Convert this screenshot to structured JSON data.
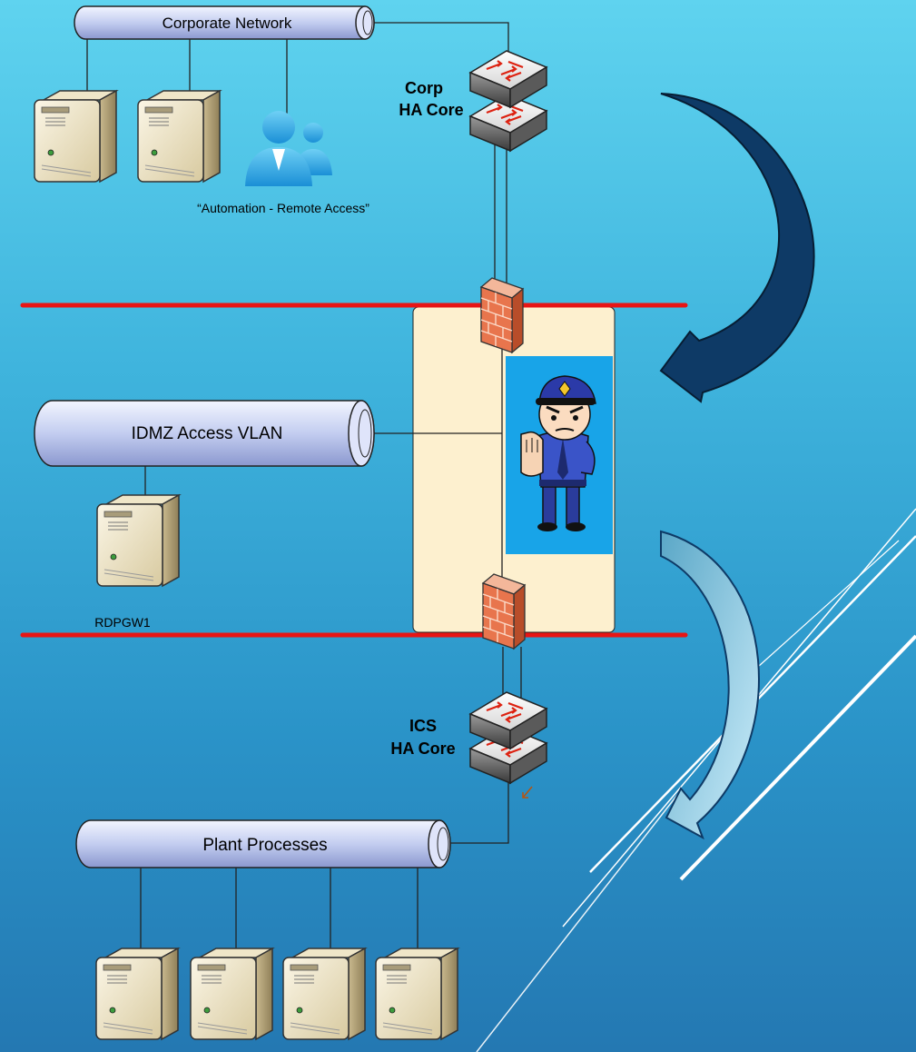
{
  "networks": {
    "corporate": "Corporate Network",
    "idmz": "IDMZ Access VLAN",
    "plant": "Plant Processes"
  },
  "devices": {
    "corp_core_line1": "Corp",
    "corp_core_line2": "HA Core",
    "ics_core_line1": "ICS",
    "ics_core_line2": "HA Core",
    "rdp_gateway": "RDPGW1",
    "remote_access": "“Automation - Remote Access”"
  },
  "icons": {
    "server": "server-icon",
    "switch": "switch-icon",
    "firewall": "firewall-icon",
    "users": "users-icon",
    "guard": "police-guard-icon"
  },
  "colors": {
    "zone_boundary": "#e81515",
    "dmz_zone": "#fdf0cf",
    "guard_panel": "#18a4e8",
    "big_arrow": "#0e3a66",
    "light_arrow": "#7fcae6"
  }
}
